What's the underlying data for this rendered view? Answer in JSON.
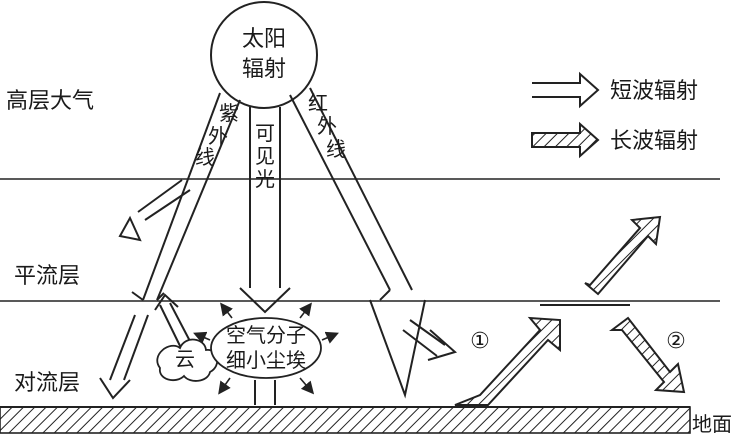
{
  "sun": {
    "line1": "太阳",
    "line2": "辐射"
  },
  "layers": {
    "upper": "高层大气",
    "strat": "平流层",
    "tropo": "对流层",
    "ground": "地面"
  },
  "rays": {
    "uv": [
      "紫",
      "外",
      "线"
    ],
    "visible": [
      "可",
      "见",
      "光"
    ],
    "ir": [
      "红",
      "外",
      "线"
    ]
  },
  "cloud": "云",
  "particles": {
    "line1": "空气分子",
    "line2": "细小尘埃"
  },
  "legend": {
    "short": "短波辐射",
    "long": "长波辐射"
  },
  "markers": {
    "one": "①",
    "two": "②"
  }
}
